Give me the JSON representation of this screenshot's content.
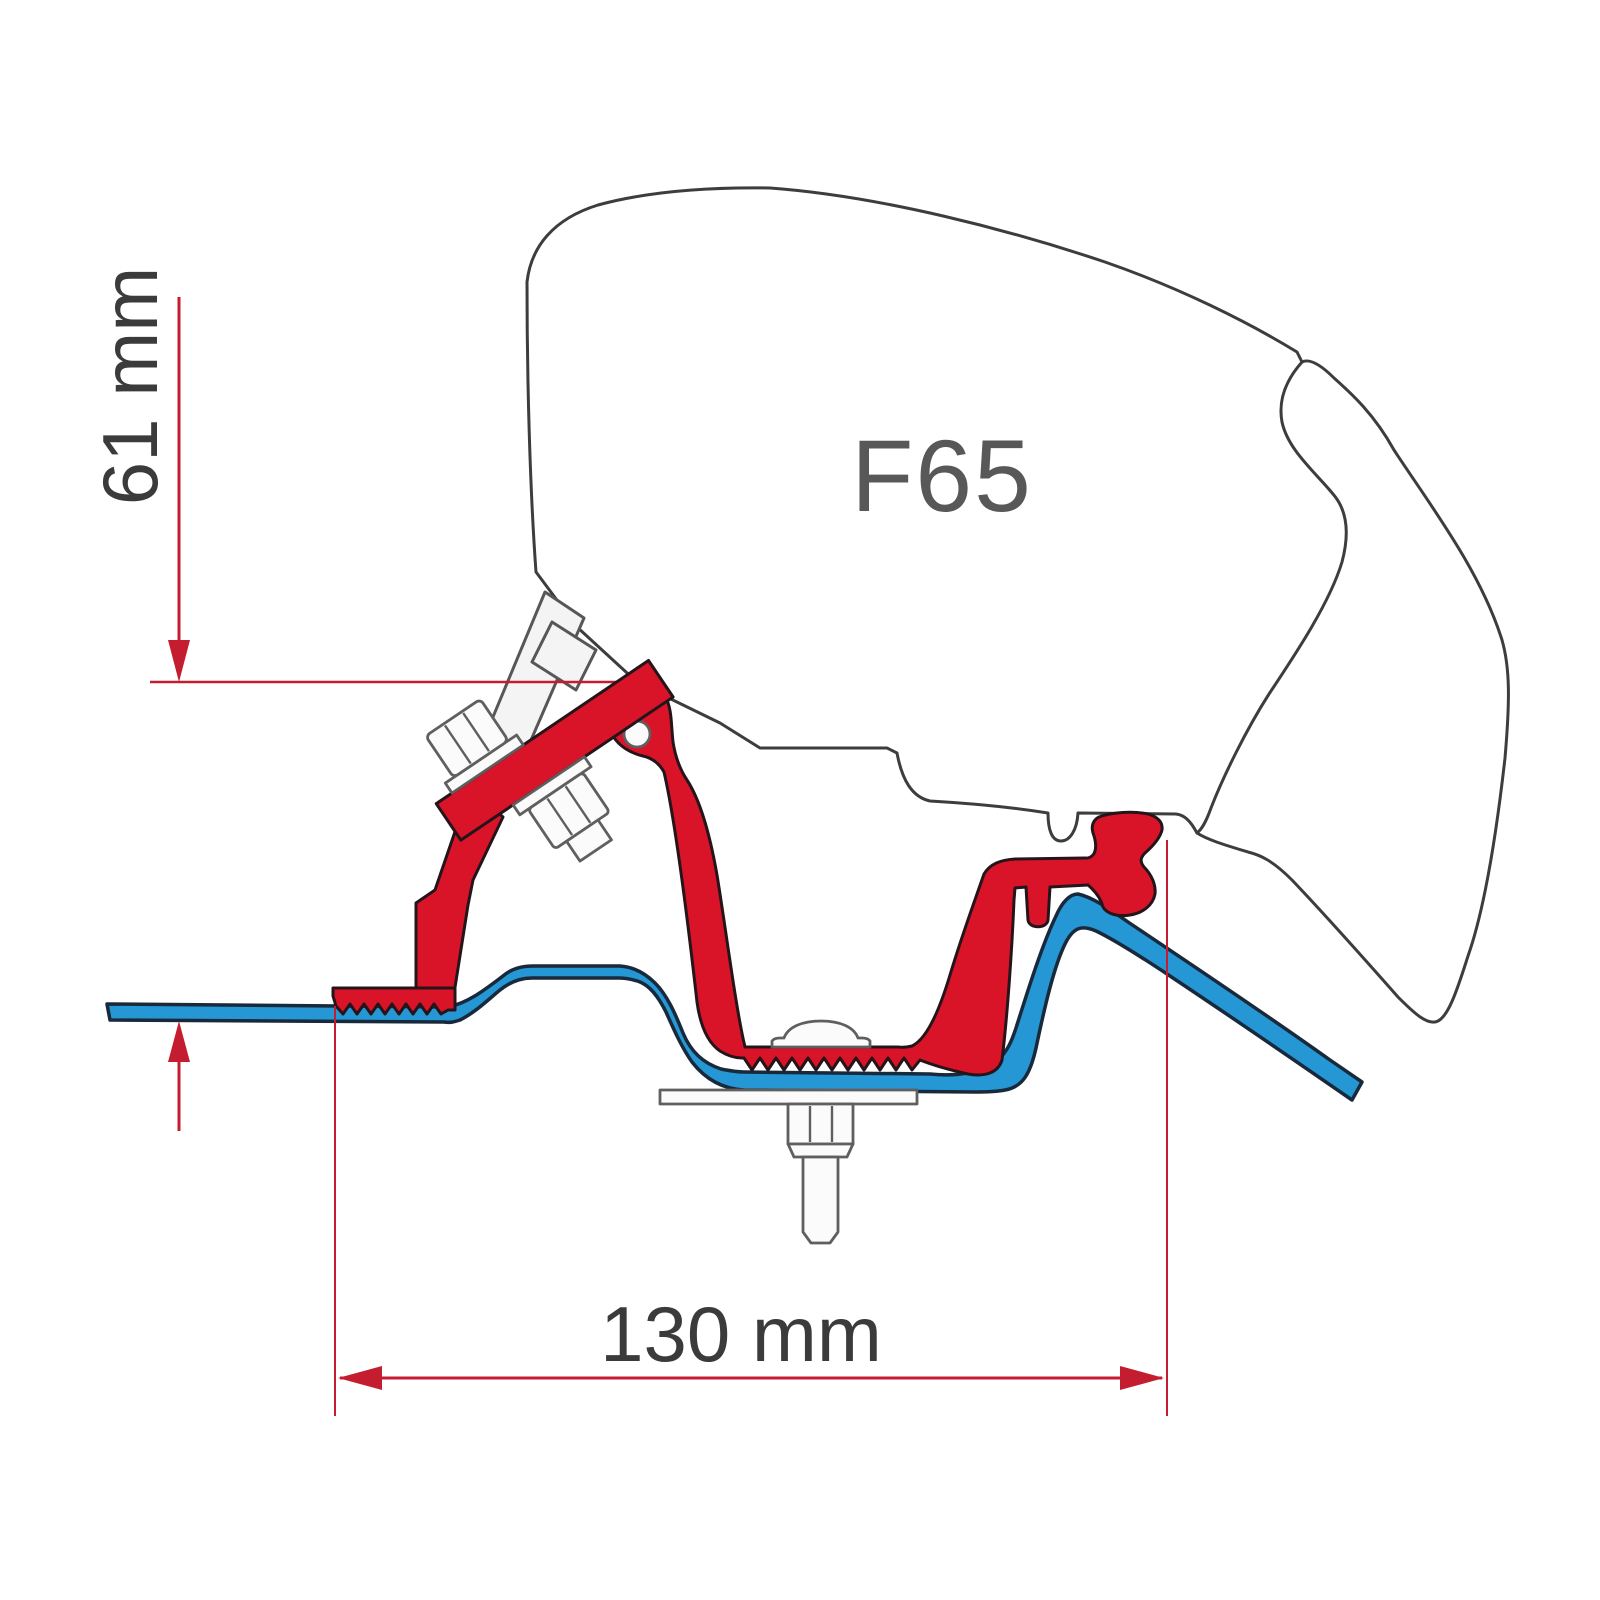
{
  "diagram": {
    "product_label": "F65",
    "height_dimension": "61 mm",
    "width_dimension": "130 mm"
  },
  "colors": {
    "bracket_red": "#da1428",
    "dimension_red": "#c41d30",
    "roof_blue": "#2497d4",
    "case_outline": "#3d3d3d",
    "background": "#ffffff"
  }
}
